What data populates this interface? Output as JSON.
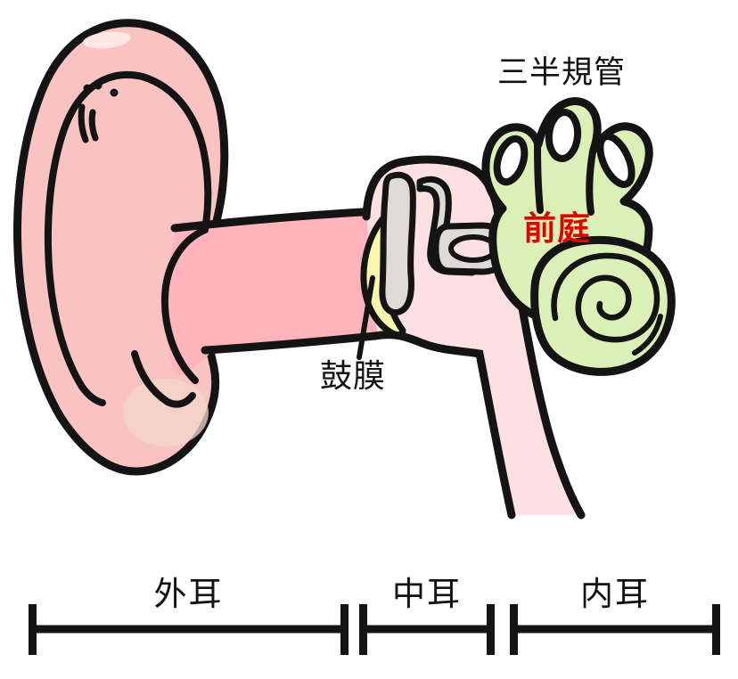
{
  "diagram": {
    "type": "ear-anatomy-illustration",
    "labels": {
      "semicircular_canals": "三半規管",
      "vestibule": "前庭",
      "eardrum": "鼓膜"
    },
    "scale": {
      "segments": [
        {
          "label": "外耳"
        },
        {
          "label": "中耳"
        },
        {
          "label": "内耳"
        }
      ]
    },
    "colors": {
      "outline": "#141414",
      "pinna": "#f9c3c2",
      "pinna_highlight": "#ffe9e6",
      "lobe_shadow": "#f2d7c9",
      "ear_canal": "#ffb4bc",
      "middle_ear_cavity": "#fde0e1",
      "eardrum": "#faf6ae",
      "ossicles": "#dedad8",
      "inner_ear": "#daf0b7",
      "hole_white": "#ffffff",
      "vestibule_label_color": "#e60000",
      "label_color": "#111111"
    }
  }
}
